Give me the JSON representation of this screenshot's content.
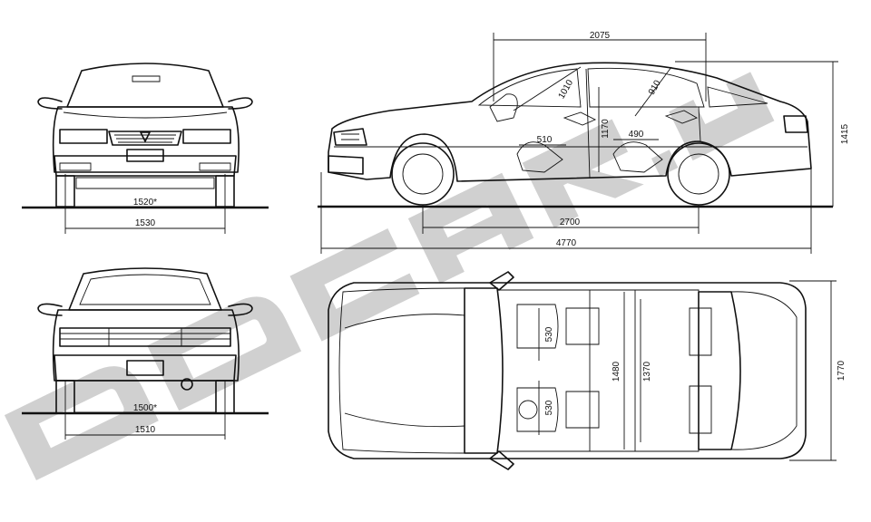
{
  "dimensions": {
    "front_track_star": "1520*",
    "front_track": "1530",
    "rear_track_star": "1500*",
    "rear_track": "1510",
    "roof_length": "2075",
    "front_legroom_diag": "1010",
    "rear_legroom_diag": "910",
    "front_seat_depth": "510",
    "rear_seat_depth": "490",
    "front_headroom": "1170",
    "height": "1415",
    "wheelbase": "2700",
    "length": "4770",
    "seat_width_front": "530",
    "seat_width_rear": "530",
    "shoulder_width_1": "1480",
    "shoulder_width_2": "1370",
    "width": "1770"
  },
  "watermark": {
    "text": "DDcar.ru",
    "color": "#c8c8c8"
  },
  "colors": {
    "line": "#111111",
    "background": "#ffffff"
  }
}
